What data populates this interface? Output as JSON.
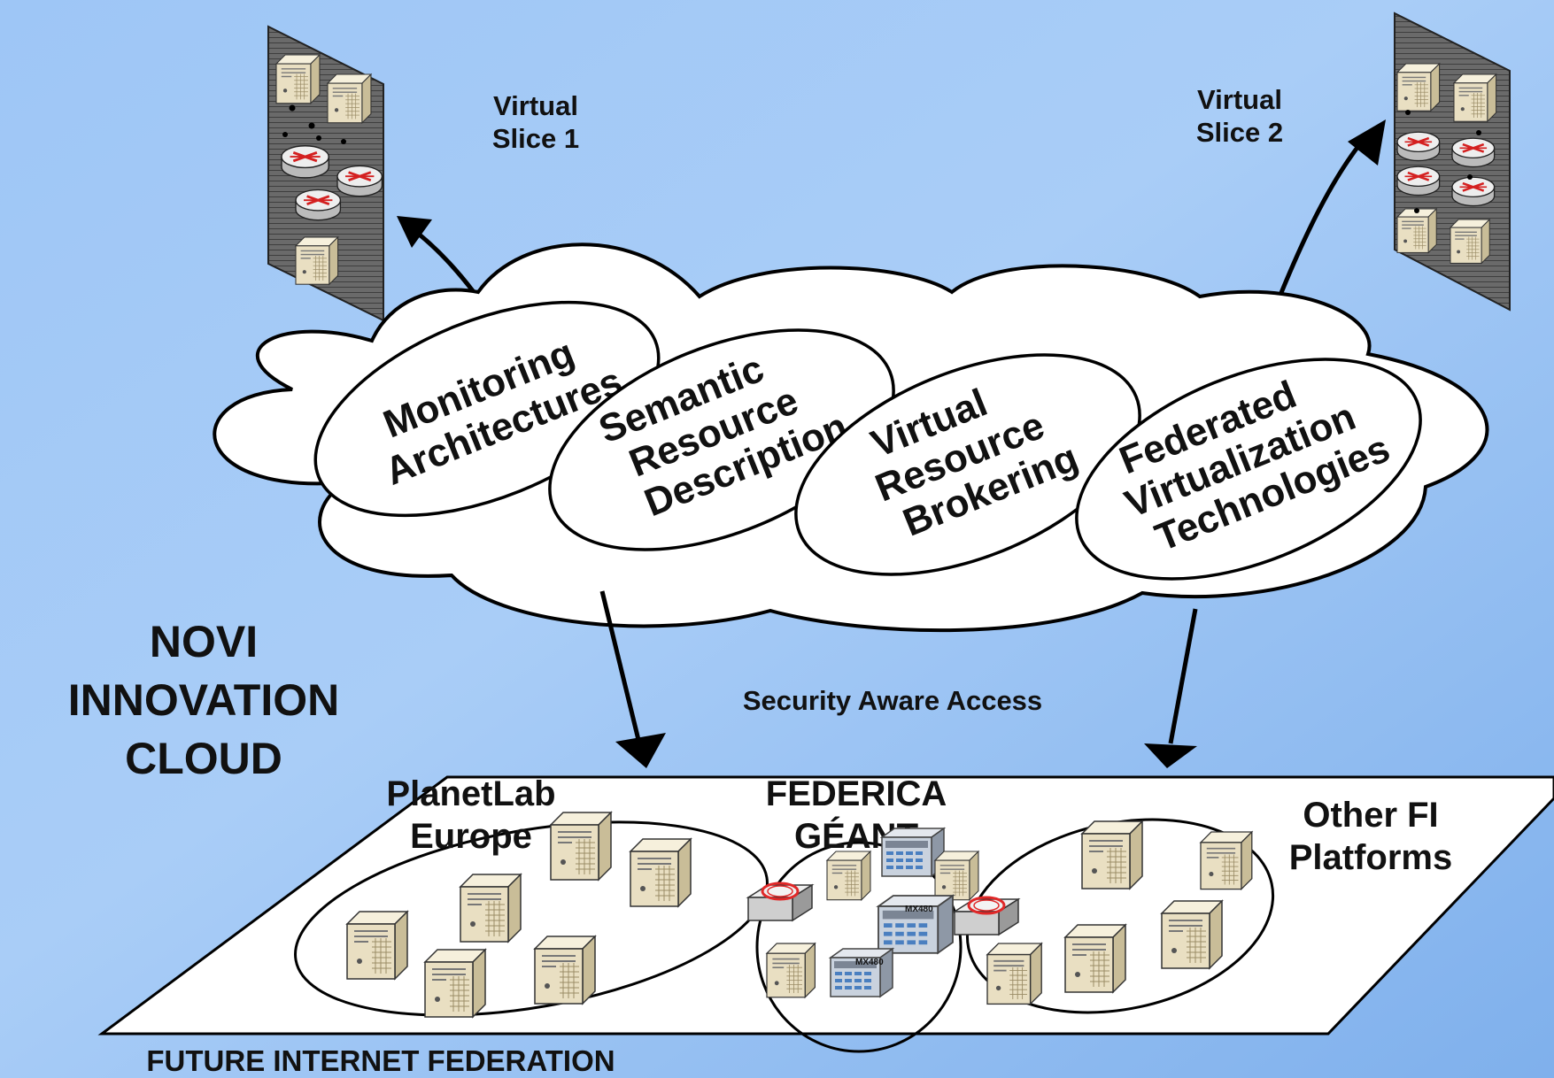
{
  "colors": {
    "background_top": "#8fbaf0",
    "background_mid": "#a6cbf8",
    "background_bottom": "#7fb0ec",
    "cloud_fill": "#ffffff",
    "platform_fill": "#ffffff",
    "outline": "#000000",
    "slice_panel": "#555555",
    "server_body": "#e8dfc6",
    "router_ring": "#e53030"
  },
  "title": {
    "line1": "NOVI",
    "line2": "INNOVATION",
    "line3": "CLOUD"
  },
  "slices": {
    "slice1": {
      "line1": "Virtual",
      "line2": "Slice 1"
    },
    "slice2": {
      "line1": "Virtual",
      "line2": "Slice 2"
    }
  },
  "cloud_components": [
    {
      "line1": "Monitoring",
      "line2": "Architectures"
    },
    {
      "line1": "Semantic",
      "line2": "Resource",
      "line3": "Description"
    },
    {
      "line1": "Virtual",
      "line2": "Resource",
      "line3": "Brokering"
    },
    {
      "line1": "Federated",
      "line2": "Virtualization",
      "line3": "Technologies"
    }
  ],
  "access_label": "Security Aware Access",
  "platforms": {
    "planetlab": {
      "line1": "PlanetLab",
      "line2": "Europe"
    },
    "federica": {
      "line1": "FEDERICA",
      "line2": "GÉANT"
    },
    "other": {
      "line1": "Other FI",
      "line2": "Platforms"
    },
    "switch_label": "MX480"
  },
  "footer": "FUTURE INTERNET FEDERATION",
  "icons": [
    "server-icon",
    "router-icon",
    "switch-icon"
  ]
}
